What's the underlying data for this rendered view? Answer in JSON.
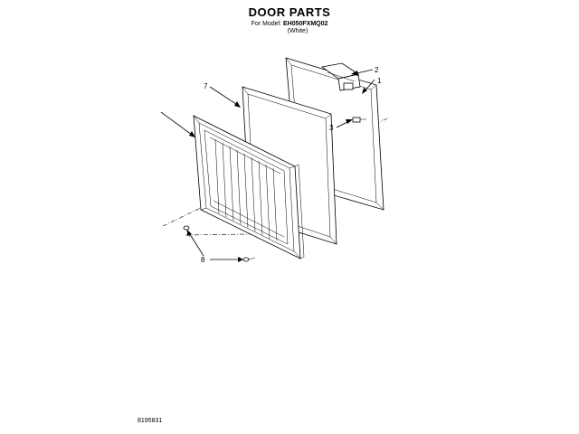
{
  "header": {
    "title": "DOOR PARTS",
    "model_prefix": "For Model:",
    "model": "EH050FXMQ02",
    "color": "(White)"
  },
  "callouts": {
    "c1": "1",
    "c2": "2",
    "c3": "3",
    "c7": "7",
    "c8": "8"
  },
  "footer": {
    "part_number": "8195831"
  }
}
